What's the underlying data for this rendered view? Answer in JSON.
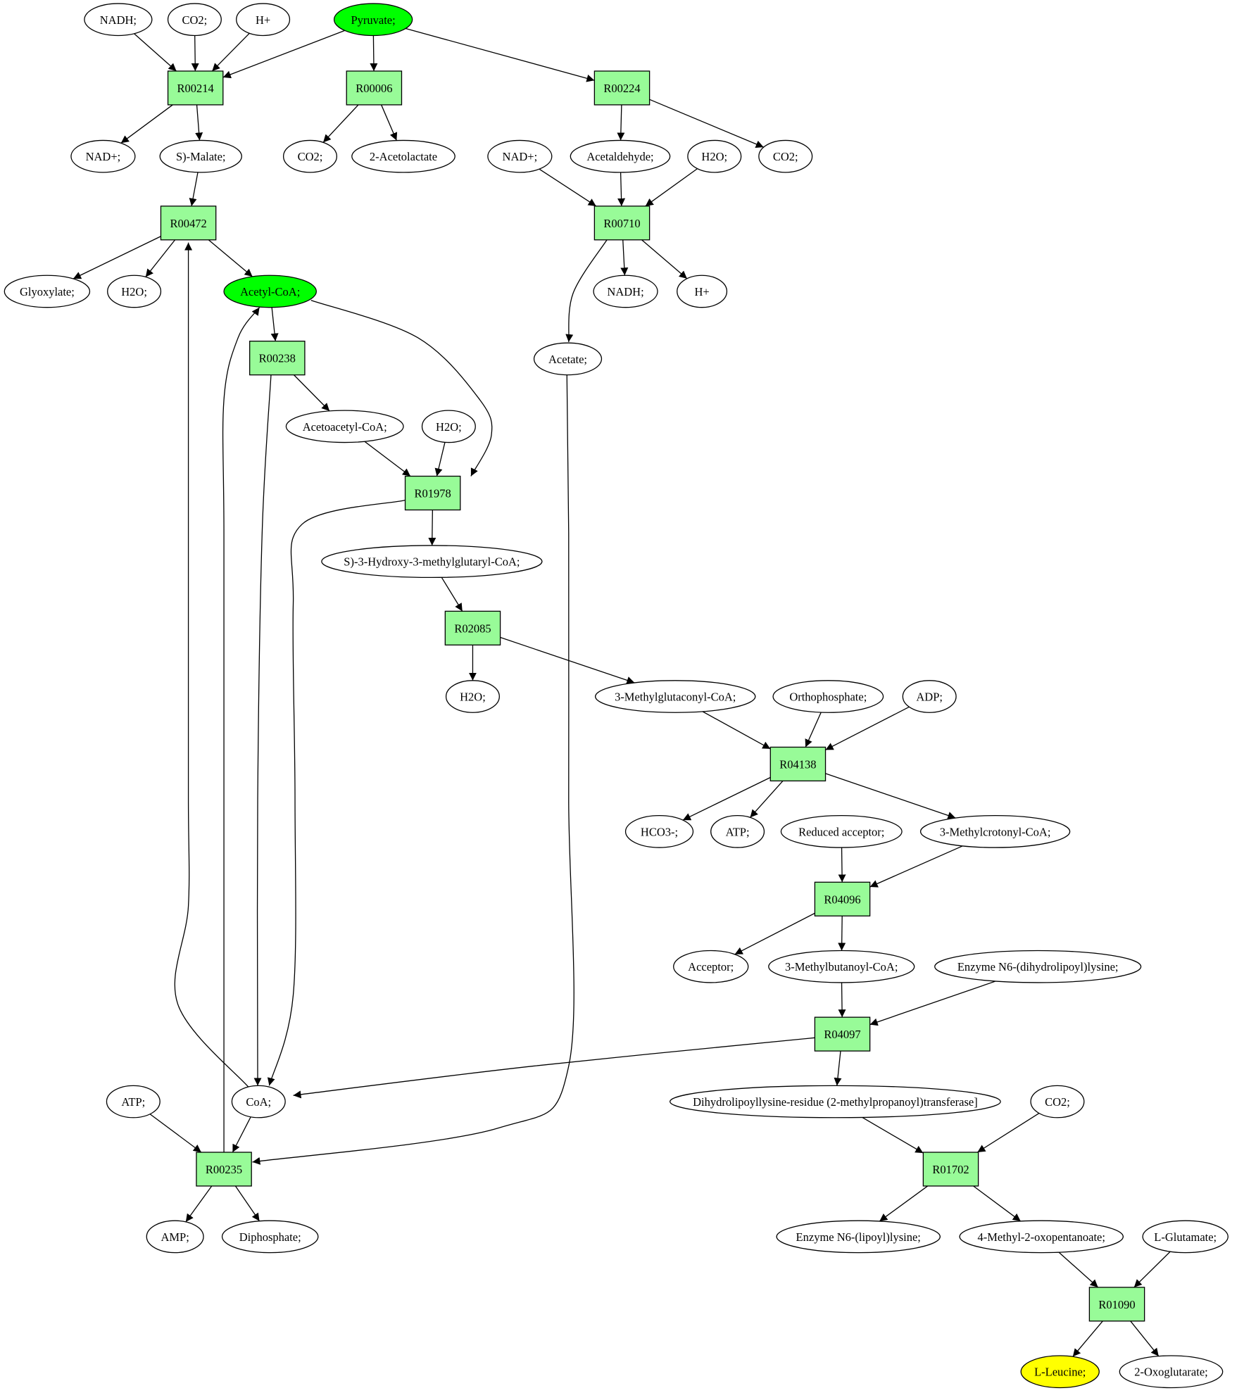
{
  "colors": {
    "reaction": "#98fb98",
    "source": "#00ff00",
    "target": "#ffff00",
    "compound": "#ffffff"
  },
  "nodes": [
    {
      "id": "nadh1",
      "label": "NADH;",
      "kind": "compound"
    },
    {
      "id": "co2_1",
      "label": "CO2;",
      "kind": "compound"
    },
    {
      "id": "hplus1",
      "label": "H+",
      "kind": "compound"
    },
    {
      "id": "pyruvate",
      "label": "Pyruvate;",
      "kind": "source"
    },
    {
      "id": "R00214",
      "label": "R00214",
      "kind": "reaction"
    },
    {
      "id": "R00006",
      "label": "R00006",
      "kind": "reaction"
    },
    {
      "id": "R00224",
      "label": "R00224",
      "kind": "reaction"
    },
    {
      "id": "nadp1",
      "label": "NAD+;",
      "kind": "compound"
    },
    {
      "id": "smalate",
      "label": "S)-Malate;",
      "kind": "compound"
    },
    {
      "id": "co2_2",
      "label": "CO2;",
      "kind": "compound"
    },
    {
      "id": "acetolactate",
      "label": "2-Acetolactate",
      "kind": "compound"
    },
    {
      "id": "nadp2",
      "label": "NAD+;",
      "kind": "compound"
    },
    {
      "id": "acetaldehyde",
      "label": "Acetaldehyde;",
      "kind": "compound"
    },
    {
      "id": "h2o_1",
      "label": "H2O;",
      "kind": "compound"
    },
    {
      "id": "co2_3",
      "label": "CO2;",
      "kind": "compound"
    },
    {
      "id": "R00472",
      "label": "R00472",
      "kind": "reaction"
    },
    {
      "id": "R00710",
      "label": "R00710",
      "kind": "reaction"
    },
    {
      "id": "glyoxylate",
      "label": "Glyoxylate;",
      "kind": "compound"
    },
    {
      "id": "h2o_2",
      "label": "H2O;",
      "kind": "compound"
    },
    {
      "id": "acetylcoa",
      "label": "Acetyl-CoA;",
      "kind": "source"
    },
    {
      "id": "nadh2",
      "label": "NADH;",
      "kind": "compound"
    },
    {
      "id": "hplus2",
      "label": "H+",
      "kind": "compound"
    },
    {
      "id": "R00238",
      "label": "R00238",
      "kind": "reaction"
    },
    {
      "id": "acetate",
      "label": "Acetate;",
      "kind": "compound"
    },
    {
      "id": "acetoacetylcoa",
      "label": "Acetoacetyl-CoA;",
      "kind": "compound"
    },
    {
      "id": "h2o_3",
      "label": "H2O;",
      "kind": "compound"
    },
    {
      "id": "R01978",
      "label": "R01978",
      "kind": "reaction"
    },
    {
      "id": "hmgcoa",
      "label": "S)-3-Hydroxy-3-methylglutaryl-CoA;",
      "kind": "compound"
    },
    {
      "id": "R02085",
      "label": "R02085",
      "kind": "reaction"
    },
    {
      "id": "h2o_4",
      "label": "H2O;",
      "kind": "compound"
    },
    {
      "id": "methylglutaconyl",
      "label": "3-Methylglutaconyl-CoA;",
      "kind": "compound"
    },
    {
      "id": "orthophosphate",
      "label": "Orthophosphate;",
      "kind": "compound"
    },
    {
      "id": "adp",
      "label": "ADP;",
      "kind": "compound"
    },
    {
      "id": "R04138",
      "label": "R04138",
      "kind": "reaction"
    },
    {
      "id": "hco3",
      "label": "HCO3-;",
      "kind": "compound"
    },
    {
      "id": "atp1",
      "label": "ATP;",
      "kind": "compound"
    },
    {
      "id": "reducedacceptor",
      "label": "Reduced acceptor;",
      "kind": "compound"
    },
    {
      "id": "methylcrotonyl",
      "label": "3-Methylcrotonyl-CoA;",
      "kind": "compound"
    },
    {
      "id": "R04096",
      "label": "R04096",
      "kind": "reaction"
    },
    {
      "id": "acceptor",
      "label": "Acceptor;",
      "kind": "compound"
    },
    {
      "id": "methylbutanoyl",
      "label": "3-Methylbutanoyl-CoA;",
      "kind": "compound"
    },
    {
      "id": "enzymedihydro",
      "label": "Enzyme N6-(dihydrolipoyl)lysine;",
      "kind": "compound"
    },
    {
      "id": "R04097",
      "label": "R04097",
      "kind": "reaction"
    },
    {
      "id": "atp2",
      "label": "ATP;",
      "kind": "compound"
    },
    {
      "id": "coa",
      "label": "CoA;",
      "kind": "compound"
    },
    {
      "id": "dihydrotransferase",
      "label": "Dihydrolipoyllysine-residue (2-methylpropanoyl)transferase]",
      "kind": "compound"
    },
    {
      "id": "co2_4",
      "label": "CO2;",
      "kind": "compound"
    },
    {
      "id": "R00235",
      "label": "R00235",
      "kind": "reaction"
    },
    {
      "id": "R01702",
      "label": "R01702",
      "kind": "reaction"
    },
    {
      "id": "amp",
      "label": "AMP;",
      "kind": "compound"
    },
    {
      "id": "diphosphate",
      "label": "Diphosphate;",
      "kind": "compound"
    },
    {
      "id": "enzymelipoyl",
      "label": "Enzyme N6-(lipoyl)lysine;",
      "kind": "compound"
    },
    {
      "id": "oxopentanoate",
      "label": "4-Methyl-2-oxopentanoate;",
      "kind": "compound"
    },
    {
      "id": "glutamate",
      "label": "L-Glutamate;",
      "kind": "compound"
    },
    {
      "id": "R01090",
      "label": "R01090",
      "kind": "reaction"
    },
    {
      "id": "leucine",
      "label": "L-Leucine;",
      "kind": "target"
    },
    {
      "id": "oxoglutarate",
      "label": "2-Oxoglutarate;",
      "kind": "compound"
    }
  ],
  "edges": [
    [
      "nadh1",
      "R00214"
    ],
    [
      "co2_1",
      "R00214"
    ],
    [
      "hplus1",
      "R00214"
    ],
    [
      "pyruvate",
      "R00214"
    ],
    [
      "pyruvate",
      "R00006"
    ],
    [
      "pyruvate",
      "R00224"
    ],
    [
      "R00214",
      "nadp1"
    ],
    [
      "R00214",
      "smalate"
    ],
    [
      "R00006",
      "co2_2"
    ],
    [
      "R00006",
      "acetolactate"
    ],
    [
      "R00224",
      "acetaldehyde"
    ],
    [
      "R00224",
      "co2_3"
    ],
    [
      "smalate",
      "R00472"
    ],
    [
      "nadp2",
      "R00710"
    ],
    [
      "acetaldehyde",
      "R00710"
    ],
    [
      "h2o_1",
      "R00710"
    ],
    [
      "R00472",
      "glyoxylate"
    ],
    [
      "R00472",
      "h2o_2"
    ],
    [
      "R00472",
      "acetylcoa"
    ],
    [
      "R00710",
      "nadh2"
    ],
    [
      "R00710",
      "hplus2"
    ],
    [
      "R00710",
      "acetate"
    ],
    [
      "acetylcoa",
      "R00238"
    ],
    [
      "acetylcoa",
      "R01978"
    ],
    [
      "R00238",
      "acetoacetylcoa"
    ],
    [
      "R00238",
      "coa"
    ],
    [
      "acetoacetylcoa",
      "R01978"
    ],
    [
      "h2o_3",
      "R01978"
    ],
    [
      "R01978",
      "hmgcoa"
    ],
    [
      "R01978",
      "coa"
    ],
    [
      "hmgcoa",
      "R02085"
    ],
    [
      "R02085",
      "h2o_4"
    ],
    [
      "R02085",
      "methylglutaconyl"
    ],
    [
      "methylglutaconyl",
      "R04138"
    ],
    [
      "orthophosphate",
      "R04138"
    ],
    [
      "adp",
      "R04138"
    ],
    [
      "R04138",
      "hco3"
    ],
    [
      "R04138",
      "atp1"
    ],
    [
      "R04138",
      "methylcrotonyl"
    ],
    [
      "reducedacceptor",
      "R04096"
    ],
    [
      "methylcrotonyl",
      "R04096"
    ],
    [
      "R04096",
      "acceptor"
    ],
    [
      "R04096",
      "methylbutanoyl"
    ],
    [
      "methylbutanoyl",
      "R04097"
    ],
    [
      "enzymedihydro",
      "R04097"
    ],
    [
      "R04097",
      "coa"
    ],
    [
      "R04097",
      "dihydrotransferase"
    ],
    [
      "coa",
      "R00472"
    ],
    [
      "atp2",
      "R00235"
    ],
    [
      "coa",
      "R00235"
    ],
    [
      "acetate",
      "R00235"
    ],
    [
      "R00235",
      "acetylcoa"
    ],
    [
      "R00235",
      "amp"
    ],
    [
      "R00235",
      "diphosphate"
    ],
    [
      "dihydrotransferase",
      "R01702"
    ],
    [
      "co2_4",
      "R01702"
    ],
    [
      "R01702",
      "enzymelipoyl"
    ],
    [
      "R01702",
      "oxopentanoate"
    ],
    [
      "oxopentanoate",
      "R01090"
    ],
    [
      "glutamate",
      "R01090"
    ],
    [
      "R01090",
      "leucine"
    ],
    [
      "R01090",
      "oxoglutarate"
    ]
  ]
}
